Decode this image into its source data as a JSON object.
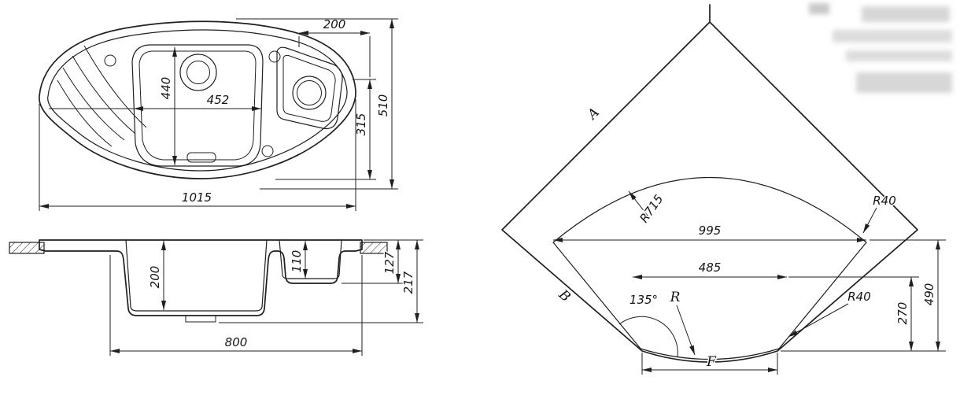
{
  "page": {
    "background": "#ffffff",
    "line_color": "#1f1f1f"
  },
  "top_view": {
    "dim_small_section_width": "200",
    "dim_bowl_length": "440",
    "dim_bowl_width": "452",
    "dim_right_depth": "315",
    "dim_overall_depth": "510",
    "dim_overall_width": "1015"
  },
  "section_view": {
    "dim_main_bowl_depth": "200",
    "dim_small_bowl_depth": "110",
    "dim_edge_height": "127",
    "dim_overall_height": "217",
    "dim_bowls_span": "800"
  },
  "corner_view": {
    "label_edge_a": "A",
    "label_edge_b": "B",
    "label_front_edge": "F",
    "label_radius": "R",
    "dim_back_radius": "R715",
    "dim_corner_radius_right": "R40",
    "dim_corner_radius_front": "R40",
    "dim_full_width": "995",
    "dim_front_width": "485",
    "dim_front_height": "270",
    "dim_full_height": "490",
    "dim_front_angle": "135°"
  }
}
